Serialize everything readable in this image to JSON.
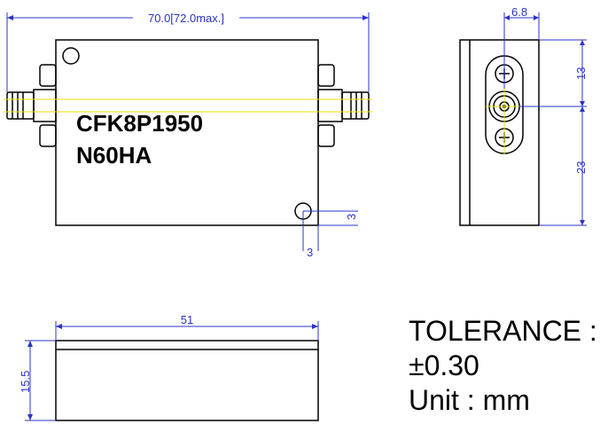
{
  "top_view": {
    "model": "CFK8P1950",
    "suffix": "N60HA",
    "dim_length": "70.0[72.0max.]",
    "dim_hole_x": "3",
    "dim_hole_y": "3"
  },
  "side_view": {
    "dim_connector_offset": "6.8",
    "dim_top": "13",
    "dim_bottom": "23"
  },
  "bottom_view": {
    "dim_width": "51",
    "dim_height": "15.5"
  },
  "notes": {
    "tolerance_label": "TOLERANCE :",
    "tolerance_value": "±0.30",
    "unit": "Unit : mm"
  },
  "colors": {
    "dimension": "#2b33c8",
    "centerline": "#e8df00",
    "outline": "#000000"
  }
}
